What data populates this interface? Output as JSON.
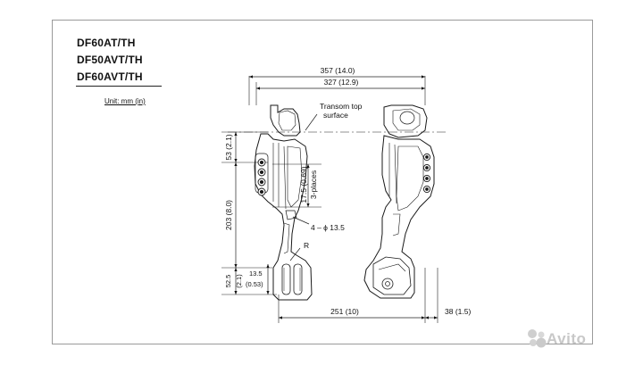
{
  "header": {
    "models": [
      "DF60AT/TH",
      "DF50AVT/TH",
      "DF60AVT/TH"
    ],
    "unit": "Unit: mm (in)"
  },
  "dimensions": {
    "overall_width": "357 (14.0)",
    "inner_width": "327 (12.9)",
    "transom_label": "Transom top",
    "transom_label_2": "surface",
    "upper_height": "53 (2.1)",
    "hole_spacing": "17.5 (0.69)",
    "hole_places": "3-places",
    "main_height": "203 (8.0)",
    "hole_diameter": "4 – ϕ 13.5",
    "radius": "R",
    "lower_height": "52.5",
    "lower_height_in": "(2.1)",
    "slot_height": "13.5",
    "slot_height_in": "(0.53)",
    "bottom_width": "251 (10)",
    "offset_width": "38 (1.5)"
  },
  "watermark": {
    "text": "Avito"
  }
}
